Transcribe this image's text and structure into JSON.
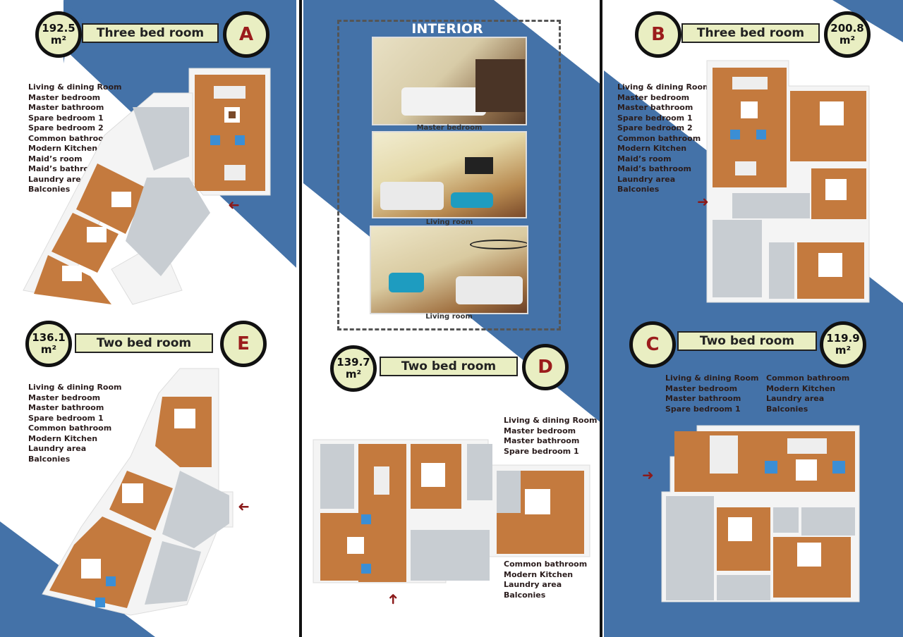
{
  "colors": {
    "blue": "#4472a8",
    "beige": "#e9eec2",
    "accent_red": "#9b1c1c",
    "wood": "#c47a3e",
    "tile": "#c8cdd2",
    "wall": "#f4f4f4"
  },
  "icons": [
    "arrow-left-icon",
    "arrow-right-icon",
    "arrow-up-icon"
  ],
  "units": {
    "A": {
      "letter": "A",
      "area_value": "192.5",
      "area_unit": "m²",
      "title": "Three bed room",
      "rooms": [
        "Living & dining Room",
        "Master bedroom",
        "Master bathroom",
        "Spare bedroom 1",
        "Spare bedroom 2",
        "Common bathroom",
        "Modern Kitchen",
        "Maid’s room",
        "Maid’s bathroom",
        "Laundry area",
        "Balconies"
      ]
    },
    "B": {
      "letter": "B",
      "area_value": "200.8",
      "area_unit": "m²",
      "title": "Three bed room",
      "rooms": [
        "Living & dining Room",
        "Master bedroom",
        "Master bathroom",
        "Spare bedroom 1",
        "Spare bedroom 2",
        "Common bathroom",
        "Modern Kitchen",
        "Maid’s room",
        "Maid’s bathroom",
        "Laundry area",
        "Balconies"
      ]
    },
    "C": {
      "letter": "C",
      "area_value": "119.9",
      "area_unit": "m²",
      "title": "Two bed room",
      "rooms_left": [
        "Living & dining Room",
        "Master bedroom",
        "Master bathroom",
        "Spare bedroom 1"
      ],
      "rooms_right": [
        "Common bathroom",
        "Modern Kitchen",
        "Laundry area",
        "Balconies"
      ]
    },
    "D": {
      "letter": "D",
      "area_value": "139.7",
      "area_unit": "m²",
      "title": "Two bed room",
      "rooms_top": [
        "Living & dining Room",
        "Master bedroom",
        "Master bathroom",
        "Spare bedroom 1"
      ],
      "rooms_bottom": [
        "Common bathroom",
        "Modern Kitchen",
        "Laundry area",
        "Balconies"
      ]
    },
    "E": {
      "letter": "E",
      "area_value": "136.1",
      "area_unit": "m²",
      "title": "Two bed room",
      "rooms": [
        "Living & dining Room",
        "Master bedroom",
        "Master bathroom",
        "Spare bedroom 1",
        "Common bathroom",
        "Modern Kitchen",
        "Laundry area",
        "Balconies"
      ]
    }
  },
  "interior": {
    "title": "INTERIOR",
    "captions": [
      "Master bedroom",
      "Living room",
      "Living room"
    ]
  }
}
